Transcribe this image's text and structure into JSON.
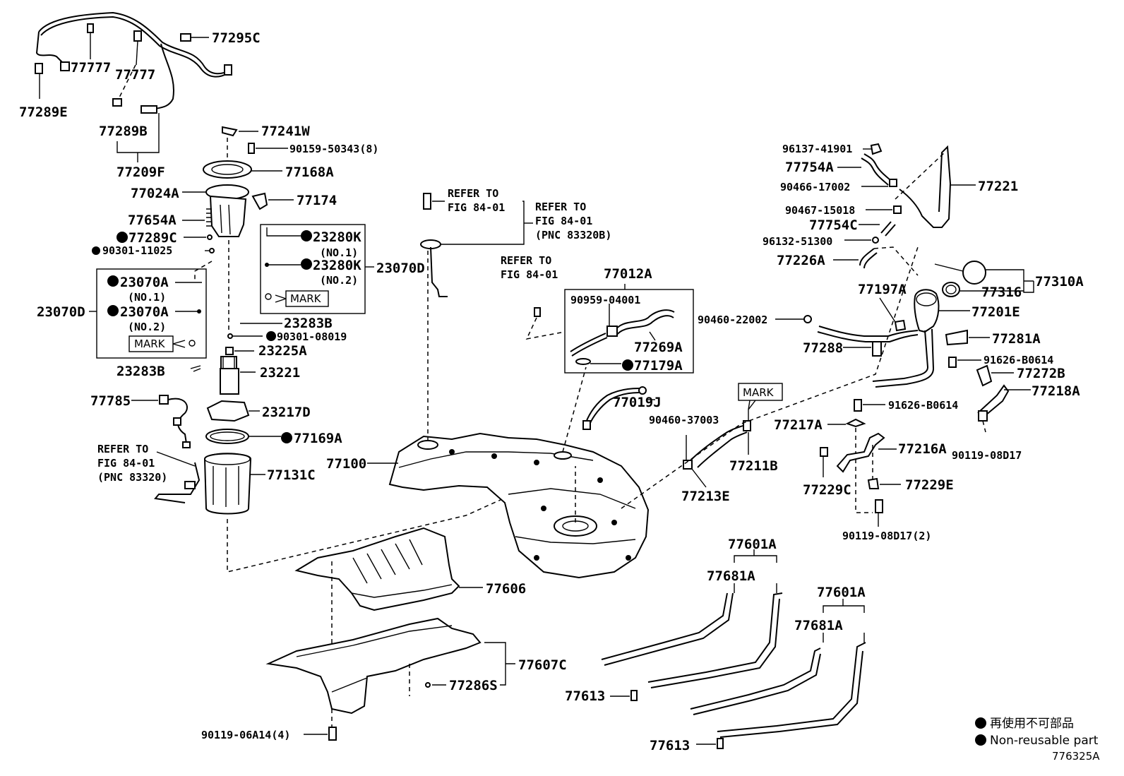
{
  "labels": {
    "l_77295C": "77295C",
    "l_77777a": "77777",
    "l_77777b": "77777",
    "l_77289E": "77289E",
    "l_77289B": "77289B",
    "l_77209F": "77209F",
    "l_77241W": "77241W",
    "l_90159": "90159-50343(8)",
    "l_77168A": "77168A",
    "l_77024A": "77024A",
    "l_77174": "77174",
    "l_77654A": "77654A",
    "l_77289C": "77289C",
    "l_90301_11025": "90301-11025",
    "l_23280K_1": "23280K",
    "l_no1_a": "(NO.1)",
    "l_23280K_2": "23280K",
    "l_no2_a": "(NO.2)",
    "l_23070D_r": "23070D",
    "l_mark_r": "MARK",
    "l_23070A_1": "23070A",
    "l_no1_b": "(NO.1)",
    "l_23070A_2": "23070A",
    "l_no2_b": "(NO.2)",
    "l_23070D_l": "23070D",
    "l_mark_l": "MARK",
    "l_23283B_a": "23283B",
    "l_90301_08019": "90301-08019",
    "l_23225A": "23225A",
    "l_23283B_b": "23283B",
    "l_23221": "23221",
    "l_77785": "77785",
    "l_23217D": "23217D",
    "l_77169A": "77169A",
    "l_refer_a1": "REFER TO",
    "l_refer_a2": "FIG 84-01",
    "l_refer_a3": "(PNC 83320)",
    "l_77131C": "77131C",
    "l_77100": "77100",
    "l_refer_b1": "REFER TO",
    "l_refer_b2": "FIG 84-01",
    "l_refer_c1": "REFER TO",
    "l_refer_c2": "FIG 84-01",
    "l_refer_c3": "(PNC 83320B)",
    "l_refer_d1": "REFER TO",
    "l_refer_d2": "FIG 84-01",
    "l_77012A": "77012A",
    "l_90959": "90959-04001",
    "l_77269A": "77269A",
    "l_77179A": "77179A",
    "l_77019J": "77019J",
    "l_90460_37003": "90460-37003",
    "l_mark_c": "MARK",
    "l_77211B": "77211B",
    "l_77213E": "77213E",
    "l_96137": "96137-41901",
    "l_77754A": "77754A",
    "l_90466": "90466-17002",
    "l_77221": "77221",
    "l_90467": "90467-15018",
    "l_77754C": "77754C",
    "l_96132": "96132-51300",
    "l_77226A": "77226A",
    "l_77310A": "77310A",
    "l_77316": "77316",
    "l_77197A": "77197A",
    "l_77201E": "77201E",
    "l_90460_22002": "90460-22002",
    "l_77281A": "77281A",
    "l_77288": "77288",
    "l_91626_a": "91626-B0614",
    "l_77272B": "77272B",
    "l_77218A": "77218A",
    "l_91626_b": "91626-B0614",
    "l_77217A": "77217A",
    "l_90119_08D17": "90119-08D17",
    "l_77216A": "77216A",
    "l_77229C": "77229C",
    "l_77229E": "77229E",
    "l_90119_08D17_2": "90119-08D17(2)",
    "l_77606": "77606",
    "l_77607C": "77607C",
    "l_77286S": "77286S",
    "l_90119_06A14": "90119-06A14(4)",
    "l_77601A_a": "77601A",
    "l_77681A_a": "77681A",
    "l_77601A_b": "77601A",
    "l_77681A_b": "77681A",
    "l_77613_a": "77613",
    "l_77613_b": "77613"
  },
  "legend": {
    "jp": "再使用不可部品",
    "en": "Non-reusable part"
  },
  "figure_id": "776325A"
}
